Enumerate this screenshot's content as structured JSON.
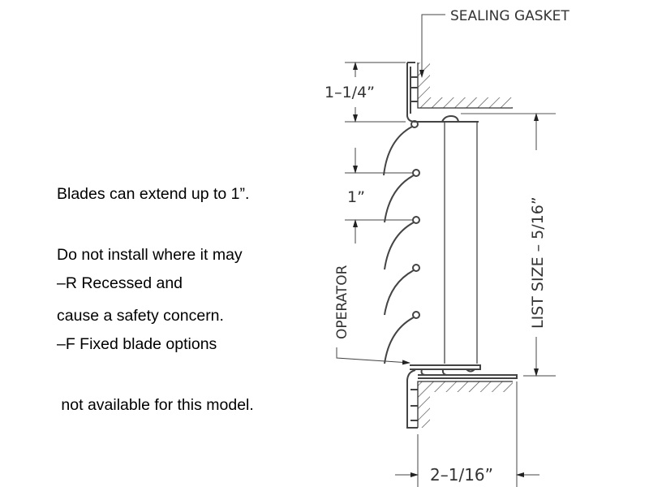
{
  "notes": {
    "lines1": [
      "Blades can extend up to 1”.",
      "Do not install where it may",
      "cause a safety concern."
    ],
    "lines2": [
      "–R Recessed and",
      "–F Fixed blade options",
      " not available for this model."
    ]
  },
  "labels": {
    "sealing_gasket": "SEALING GASKET",
    "operator": "OPERATOR",
    "list_size": "LIST SIZE  –  5/16”",
    "dim_top": "1–1/4”",
    "dim_blade": "1”",
    "dim_depth": "2–1/16”"
  }
}
